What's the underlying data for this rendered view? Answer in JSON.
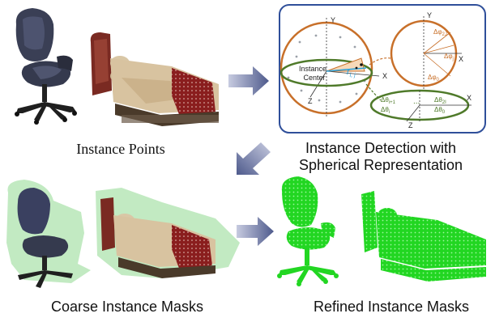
{
  "captions": {
    "instance_points": "Instance Points",
    "detection_line1": "Instance Detection with",
    "detection_line2": "Spherical Representation",
    "coarse_masks": "Coarse Instance Masks",
    "refined_masks": "Refined Instance Masks"
  },
  "panel": {
    "center_label_line1": "Instance",
    "center_label_line2": "Center",
    "r_label": "r",
    "r_sub": "i, j",
    "axis_y": "Y",
    "axis_x": "X",
    "axis_z": "Z",
    "phi_labels": [
      "Δφ",
      "Δφ",
      "Δφ"
    ],
    "phi_subs": [
      "2J",
      "j",
      "0"
    ],
    "theta_labels_left": [
      "Δθ",
      "Δθ"
    ],
    "theta_subs_left": [
      "i+1",
      "i"
    ],
    "theta_labels_right": [
      "Δθ",
      "Δθ"
    ],
    "theta_subs_right": [
      "2I",
      "0"
    ],
    "ellipsis": "..."
  },
  "colors": {
    "panel_border": "#2f4f9a",
    "orange": "#c8702a",
    "green": "#4f7a2a",
    "arrow": "#5a6390",
    "mask_green": "#22d622",
    "cyan": "#2a9fd8"
  },
  "icons": {
    "arrow_right_1": "arrow-right-icon",
    "arrow_down_left": "arrow-down-left-icon",
    "arrow_right_2": "arrow-right-icon"
  }
}
